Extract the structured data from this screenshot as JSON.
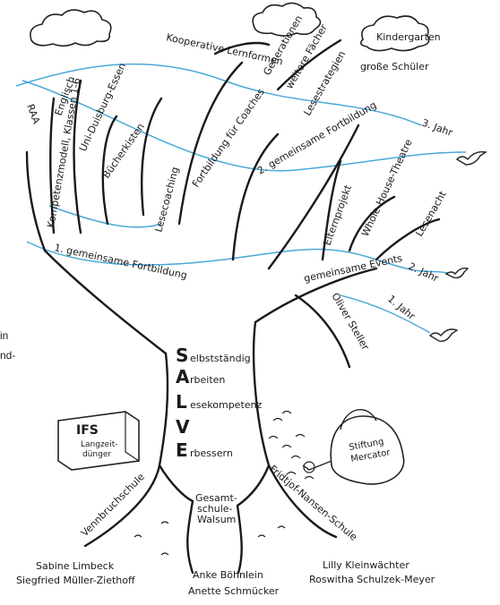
{
  "labels": {
    "kindergarten": "Kindergarten",
    "grosse_schueler": "große Schüler",
    "kooperative": "Kooperative Lernformen",
    "generationen": "Generationen",
    "weitere_faecher": "weitere Fächer",
    "lesestrategien": "Lesestrategien",
    "fortbildung2": "2. gemeinsame Fortbildung",
    "jahr3": "3. Jahr",
    "raa": "RAA",
    "englisch": "Englisch",
    "uni": "Uni-Duisburg-Essen",
    "coaches": "Fortbildung für Coaches",
    "buecherkisten": "Bücherkisten",
    "modell": "Kompetenzmodell, Klassen 1-6",
    "lesecoaching": "Lesecoaching",
    "theatre": "Whole-House-Theatre",
    "elternprojekt": "Elternprojekt",
    "lesenacht": "Lesenacht",
    "events": "gemeinsame Events",
    "jahr2": "2. Jahr",
    "fortbildung1": "1. gemeinsame Fortbildung",
    "oliver": "Oliver Steller",
    "jahr1": "1. Jahr",
    "s_letter": "S",
    "s_rest": "elbstständig",
    "a_letter": "A",
    "a_rest": "rbeiten",
    "l_letter": "L",
    "l_rest": "esekompetenz",
    "v_letter": "V",
    "v_rest": "",
    "e_letter": "E",
    "e_rest": "rbessern",
    "ifs": "IFS",
    "langzeit": "Langzeit-",
    "duenger": "dünger",
    "stiftung": "Stiftung",
    "mercator": "Mercator",
    "vennbruch": "Vennbruchschule",
    "gesamt1": "Gesamt-",
    "gesamt2": "schule-",
    "gesamt3": "Walsum",
    "fridtjof": "Fridtjof-Nansen-Schule",
    "name1": "Sabine Limbeck",
    "name2": "Siegfried Müller-Ziethoff",
    "name3": "Anke Böhnlein",
    "name4": "Anette Schmücker",
    "name5": "Lilly Kleinwächter",
    "name6": "Roswitha Schulzek-Meyer",
    "frag1": "in",
    "frag2": "nd-"
  }
}
